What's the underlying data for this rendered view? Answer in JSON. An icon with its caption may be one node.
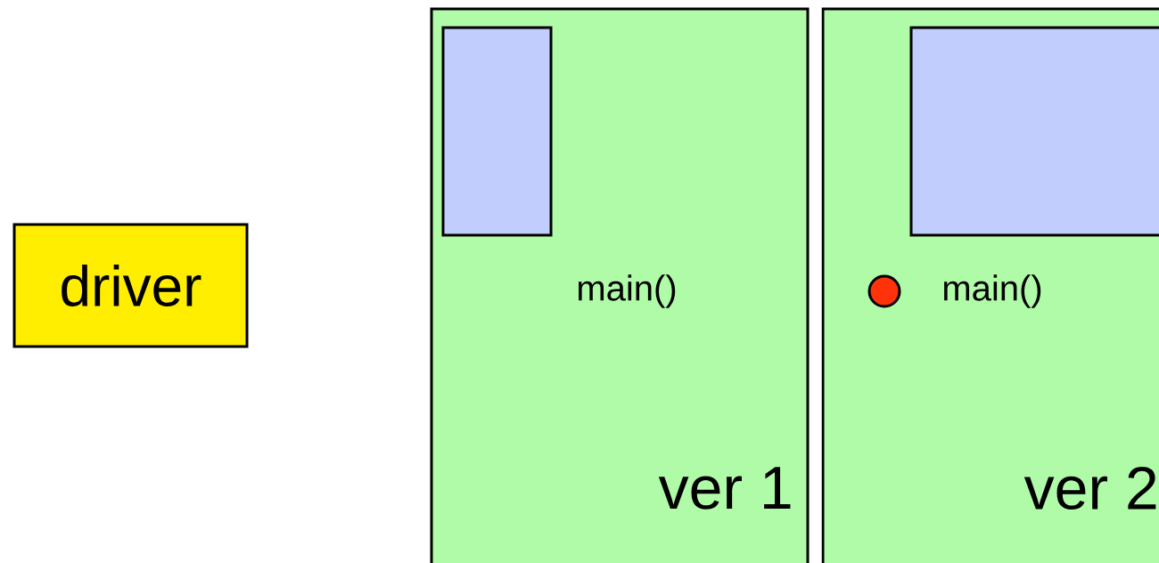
{
  "diagram": {
    "nodes": [
      {
        "text": [
          "driver"
        ]
      },
      {
        "text": [
          "main()",
          "ver 1"
        ]
      },
      {
        "text": [],
        "shape": "box",
        "in": 1
      },
      {
        "text": [
          "main()",
          "ver 2"
        ]
      },
      {
        "text": [],
        "shape": "box",
        "in": 3
      }
    ]
  }
}
